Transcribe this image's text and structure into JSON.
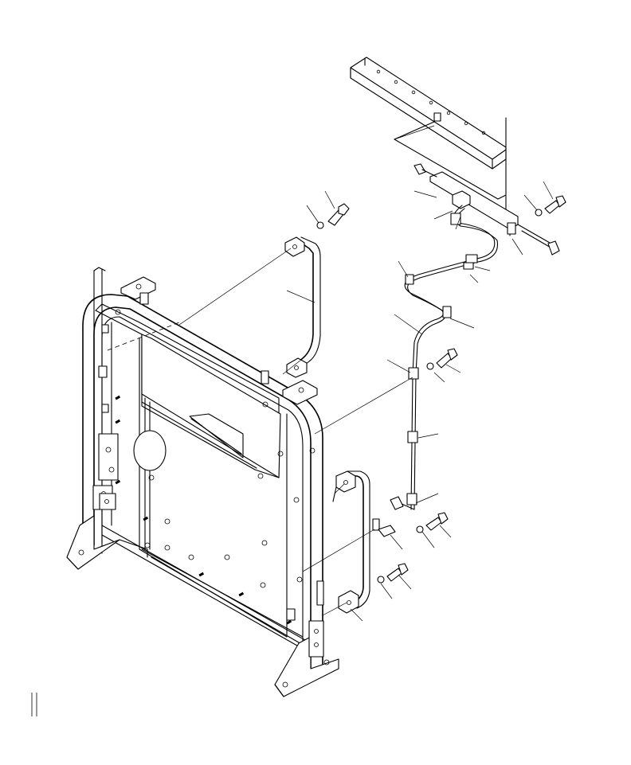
{
  "diagram": {
    "type": "exploded-parts-view",
    "labels": [],
    "components": [
      "radiator-guard-frame",
      "mounting-bracket-top",
      "harness-clamp-bracket",
      "wiring-harness",
      "handrail-upper",
      "handrail-lower",
      "bolt",
      "washer"
    ],
    "leader_count": 23
  }
}
